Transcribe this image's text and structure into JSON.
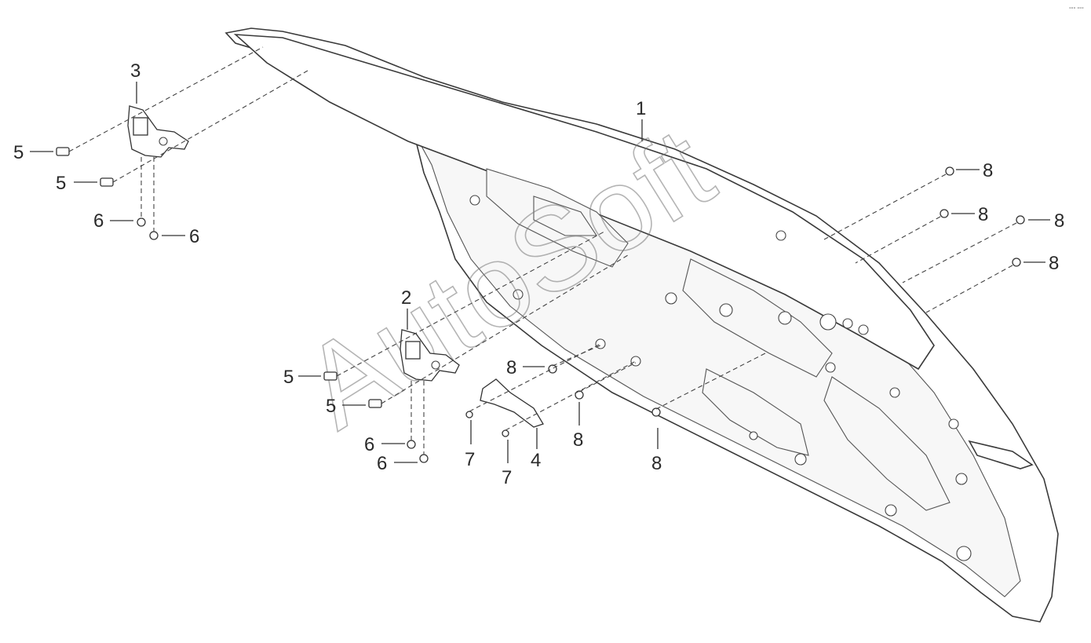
{
  "callouts": {
    "c1": "1",
    "c2": "2",
    "c3": "3",
    "c4": "4",
    "c5a": "5",
    "c5b": "5",
    "c5c": "5",
    "c5d": "5",
    "c6a": "6",
    "c6b": "6",
    "c6c": "6",
    "c6d": "6",
    "c7a": "7",
    "c7b": "7",
    "c8a": "8",
    "c8b": "8",
    "c8c": "8",
    "c8d": "8",
    "c8e": "8",
    "c8f": "8",
    "c8g": "8"
  },
  "watermark": {
    "text": "AutoSoft"
  },
  "corner_mark": "°°° °°°",
  "colors": {
    "line": "#333333",
    "background": "#ffffff",
    "watermark": "#777777"
  }
}
